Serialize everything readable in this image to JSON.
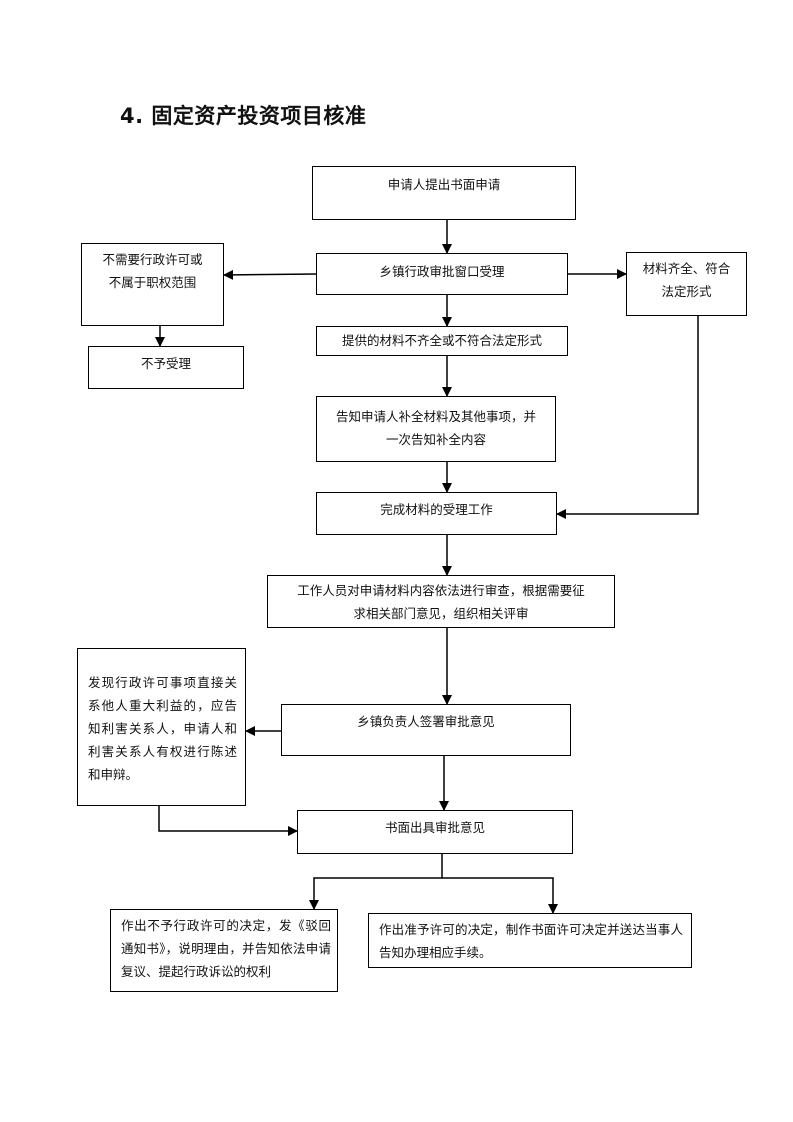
{
  "title": "4. 固定资产投资项目核准",
  "nodes": {
    "n1": "申请人提出书面申请",
    "n2": "乡镇行政审批窗口受理",
    "n3": "不需要行政许可或\n不属于职权范围",
    "n4": "不予受理",
    "n5": "材料齐全、符合\n法定形式",
    "n6": "提供的材料不齐全或不符合法定形式",
    "n7": "告知申请人补全材料及其他事项，并\n一次告知补全内容",
    "n8": "完成材料的受理工作",
    "n9": "工作人员对申请材料内容依法进行审查，根据需要征\n求相关部门意见，组织相关评审",
    "n10": "发现行政许可事项直接关系他人重大利益的，应告知利害关系人，申请人和利害关系人有权进行陈述和申辩。",
    "n11": "乡镇负责人签署审批意见",
    "n12": "书面出具审批意见",
    "n13": "作出不予行政许可的决定，发《驳回通知书》，说明理由，并告知依法申请复议、提起行政诉讼的权利",
    "n14": "作出准予许可的决定，制作书面许可决定并送达当事人告知办理相应手续。"
  }
}
